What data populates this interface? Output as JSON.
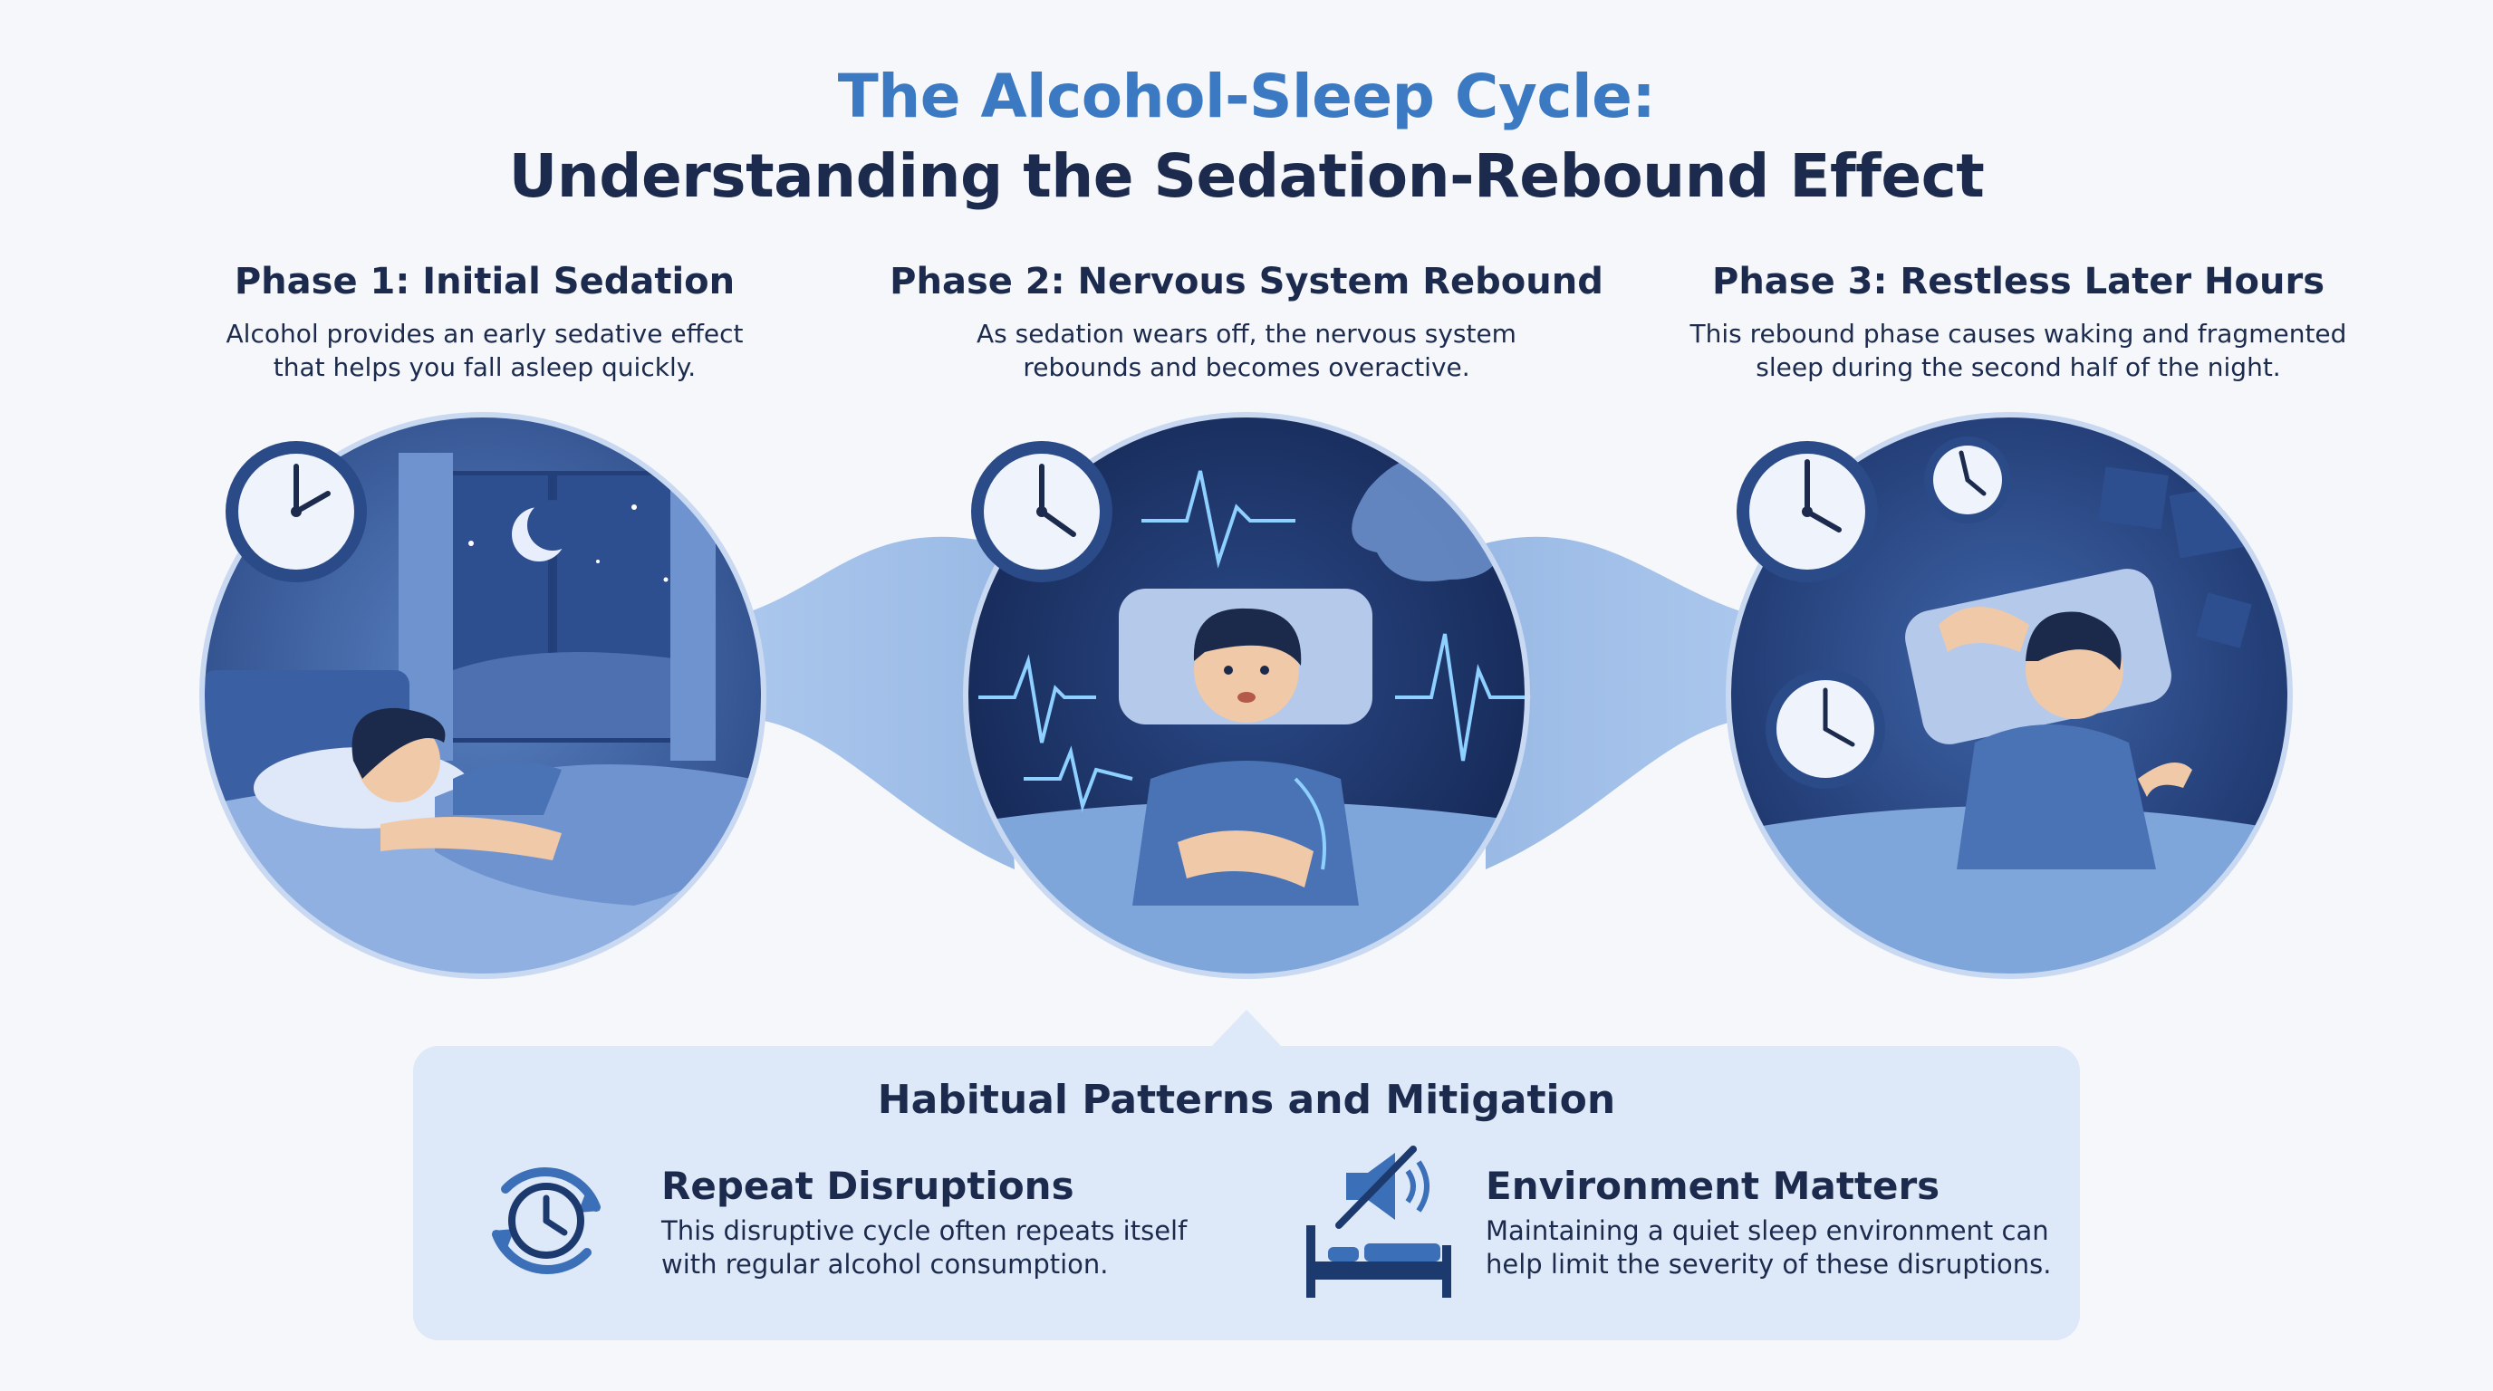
{
  "title": {
    "line1": "The Alcohol-Sleep Cycle:",
    "line2": "Understanding the Sedation-Rebound Effect"
  },
  "phases": [
    {
      "heading": "Phase 1: Initial Sedation",
      "line1": "Alcohol provides an early sedative effect",
      "line2": "that helps you fall asleep quickly."
    },
    {
      "heading": "Phase 2: Nervous System Rebound",
      "line1": "As sedation wears off, the nervous system",
      "line2": "rebounds and becomes overactive."
    },
    {
      "heading": "Phase 3: Restless Later Hours",
      "line1": "This rebound phase causes waking and fragmented",
      "line2": "sleep during the second half of the night."
    }
  ],
  "mitigation": {
    "title": "Habitual Patterns and Mitigation",
    "items": [
      {
        "title": "Repeat Disruptions",
        "line1": "This disruptive cycle often repeats itself",
        "line2": "with regular alcohol consumption.",
        "icon": "cycle-clock-icon"
      },
      {
        "title": "Environment Matters",
        "line1": "Maintaining a quiet sleep environment can",
        "line2": "help limit the severity of these disruptions.",
        "icon": "muted-speaker-bed-icon"
      }
    ]
  },
  "colors": {
    "title_accent": "#3b7ac2",
    "navy": "#1c2b4d",
    "panel": "#dde8f8",
    "scene_dark": "#1f3567",
    "scene_mid": "#4a73b5",
    "scene_light": "#8fb0e0"
  }
}
